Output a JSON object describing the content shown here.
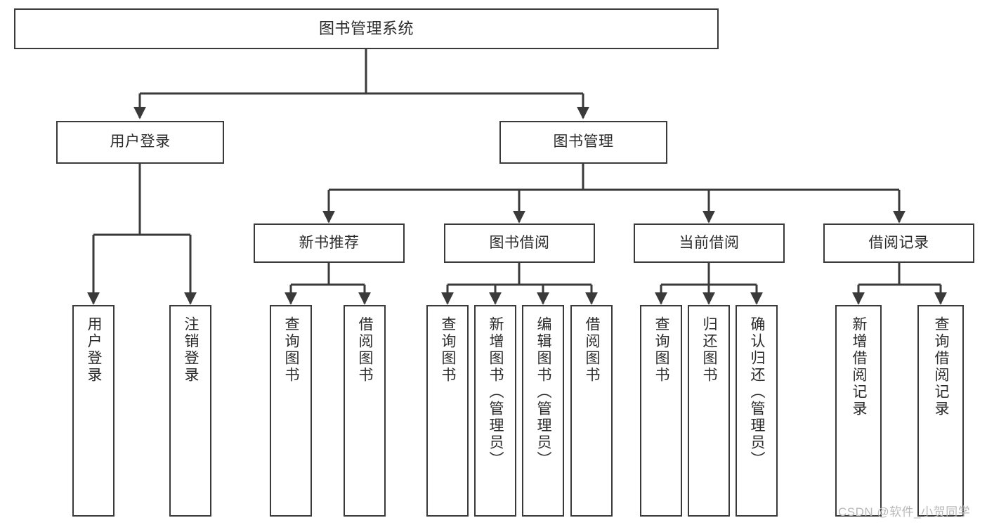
{
  "diagram": {
    "title": "图书管理系统",
    "type": "tree-hierarchy",
    "line_color": "#3a3a3a",
    "box_fill": "#ffffff",
    "text_color": "#2b2b2b",
    "watermark": "CSDN @软件_小贺同学",
    "nodes": {
      "root": {
        "label": "图书管理系统"
      },
      "level2": [
        {
          "id": "user-login",
          "label": "用户登录"
        },
        {
          "id": "book-manage",
          "label": "图书管理"
        }
      ],
      "level3": [
        {
          "id": "new-book-recommend",
          "label": "新书推荐"
        },
        {
          "id": "book-borrow",
          "label": "图书借阅"
        },
        {
          "id": "current-borrow",
          "label": "当前借阅"
        },
        {
          "id": "borrow-record",
          "label": "借阅记录"
        }
      ],
      "leaves": {
        "user_login": [
          {
            "id": "leaf-user-login",
            "label": "用户登录"
          },
          {
            "id": "leaf-logout-login",
            "label": "注销登录"
          }
        ],
        "new_book_recommend": [
          {
            "id": "leaf-query-book-1",
            "label": "查询图书"
          },
          {
            "id": "leaf-borrow-book-1",
            "label": "借阅图书"
          }
        ],
        "book_borrow": [
          {
            "id": "leaf-query-book-2",
            "label": "查询图书"
          },
          {
            "id": "leaf-add-book",
            "label": "新增图书（管理员）"
          },
          {
            "id": "leaf-edit-book",
            "label": "编辑图书（管理员）"
          },
          {
            "id": "leaf-borrow-book-2",
            "label": "借阅图书"
          }
        ],
        "current_borrow": [
          {
            "id": "leaf-query-book-3",
            "label": "查询图书"
          },
          {
            "id": "leaf-return-book",
            "label": "归还图书"
          },
          {
            "id": "leaf-confirm-return",
            "label": "确认归还（管理员）"
          }
        ],
        "borrow_record": [
          {
            "id": "leaf-add-record",
            "label": "新增借阅记录"
          },
          {
            "id": "leaf-query-record",
            "label": "查询借阅记录"
          }
        ]
      }
    }
  }
}
